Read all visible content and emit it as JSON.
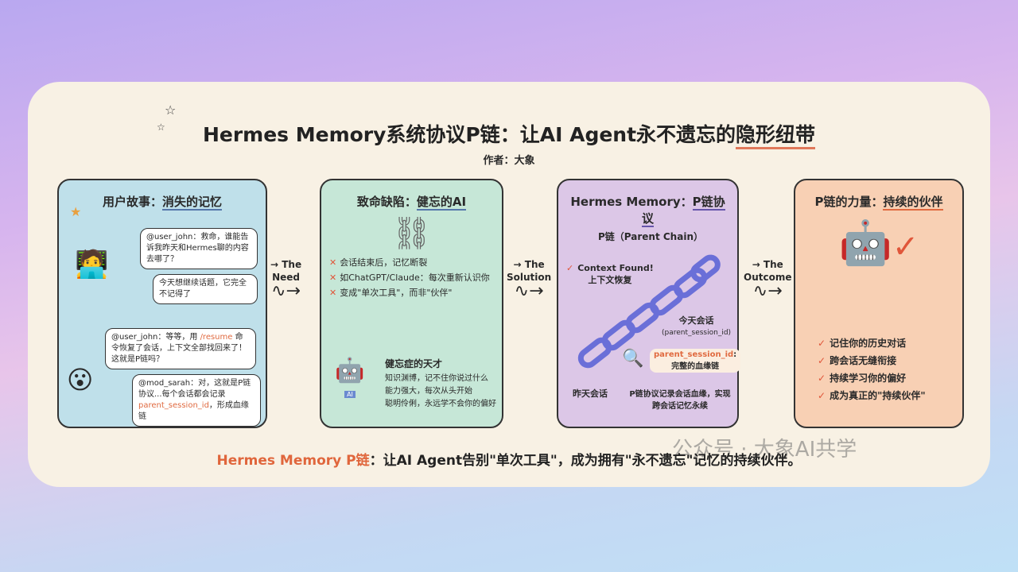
{
  "title": {
    "main": "Hermes Memory系统协议P链：让AI Agent永不遗忘的",
    "highlight": "隐形纽带",
    "author": "作者：大象"
  },
  "panels": [
    {
      "heading": "用户故事：",
      "heading_hl": "消失的记忆",
      "bubbles": [
        {
          "text": "@user_john：救命，谁能告诉我昨天和Hermes聊的内容去哪了？"
        },
        {
          "text": "今天想继续话题，它完全不记得了"
        },
        {
          "pre": "@user_john：等等，用 ",
          "code": "/resume",
          "post": " 命令恢复了会话，上下文全部找回来了！这就是P链吗？"
        },
        {
          "pre": "@mod_sarah：对，这就是P链协议...每个会话都会记录 ",
          "code": "parent_session_id",
          "post": "，形成血缘链"
        }
      ]
    },
    {
      "heading": "致命缺陷：",
      "heading_hl": "健忘的AI",
      "items": [
        "会话结束后，记忆断裂",
        "如ChatGPT/Claude：每次重新认识你",
        "变成\"单次工具\"，而非\"伙伴\""
      ],
      "genius_title": "健忘症的天才",
      "genius_lines": [
        "知识渊博，记不住你说过什么",
        "能力强大，每次从头开始",
        "聪明伶俐，永远学不会你的偏好"
      ],
      "robot_badge": "AI"
    },
    {
      "heading": "Hermes Memory：",
      "heading_hl": "P链协议",
      "chain_label": "P链（Parent Chain）",
      "context_found": "Context Found!",
      "context_cn": "上下文恢复",
      "today": "今天会话",
      "today_id": "(parent_session_id)",
      "psid": "parent_session_id",
      "psid_desc": "完整的血缘链",
      "yesterday": "昨天会话",
      "note": "P链协议记录会话血缘，实现跨会话记忆永续"
    },
    {
      "heading": "P链的力量：",
      "heading_hl": "持续的伙伴",
      "items": [
        "记住你的历史对话",
        "跨会话无缝衔接",
        "持续学习你的偏好",
        "成为真正的\"持续伙伴\""
      ]
    }
  ],
  "flows": [
    {
      "line1": "→ The",
      "line2": "Need"
    },
    {
      "line1": "→ The",
      "line2": "Solution"
    },
    {
      "line1": "→ The",
      "line2": "Outcome"
    }
  ],
  "bottom": {
    "highlight": "Hermes Memory P链",
    "rest": "：让AI Agent告别\"单次工具\"，成为拥有\"永不遗忘\"记忆的持续伙伴。"
  },
  "watermark": "公众号 · 大象AI共学",
  "colors": {
    "blue": "#bfe0ea",
    "green": "#c6e7d7",
    "purple": "#dcc7e7",
    "orange": "#f8d0b4",
    "accent": "#e0663c"
  }
}
